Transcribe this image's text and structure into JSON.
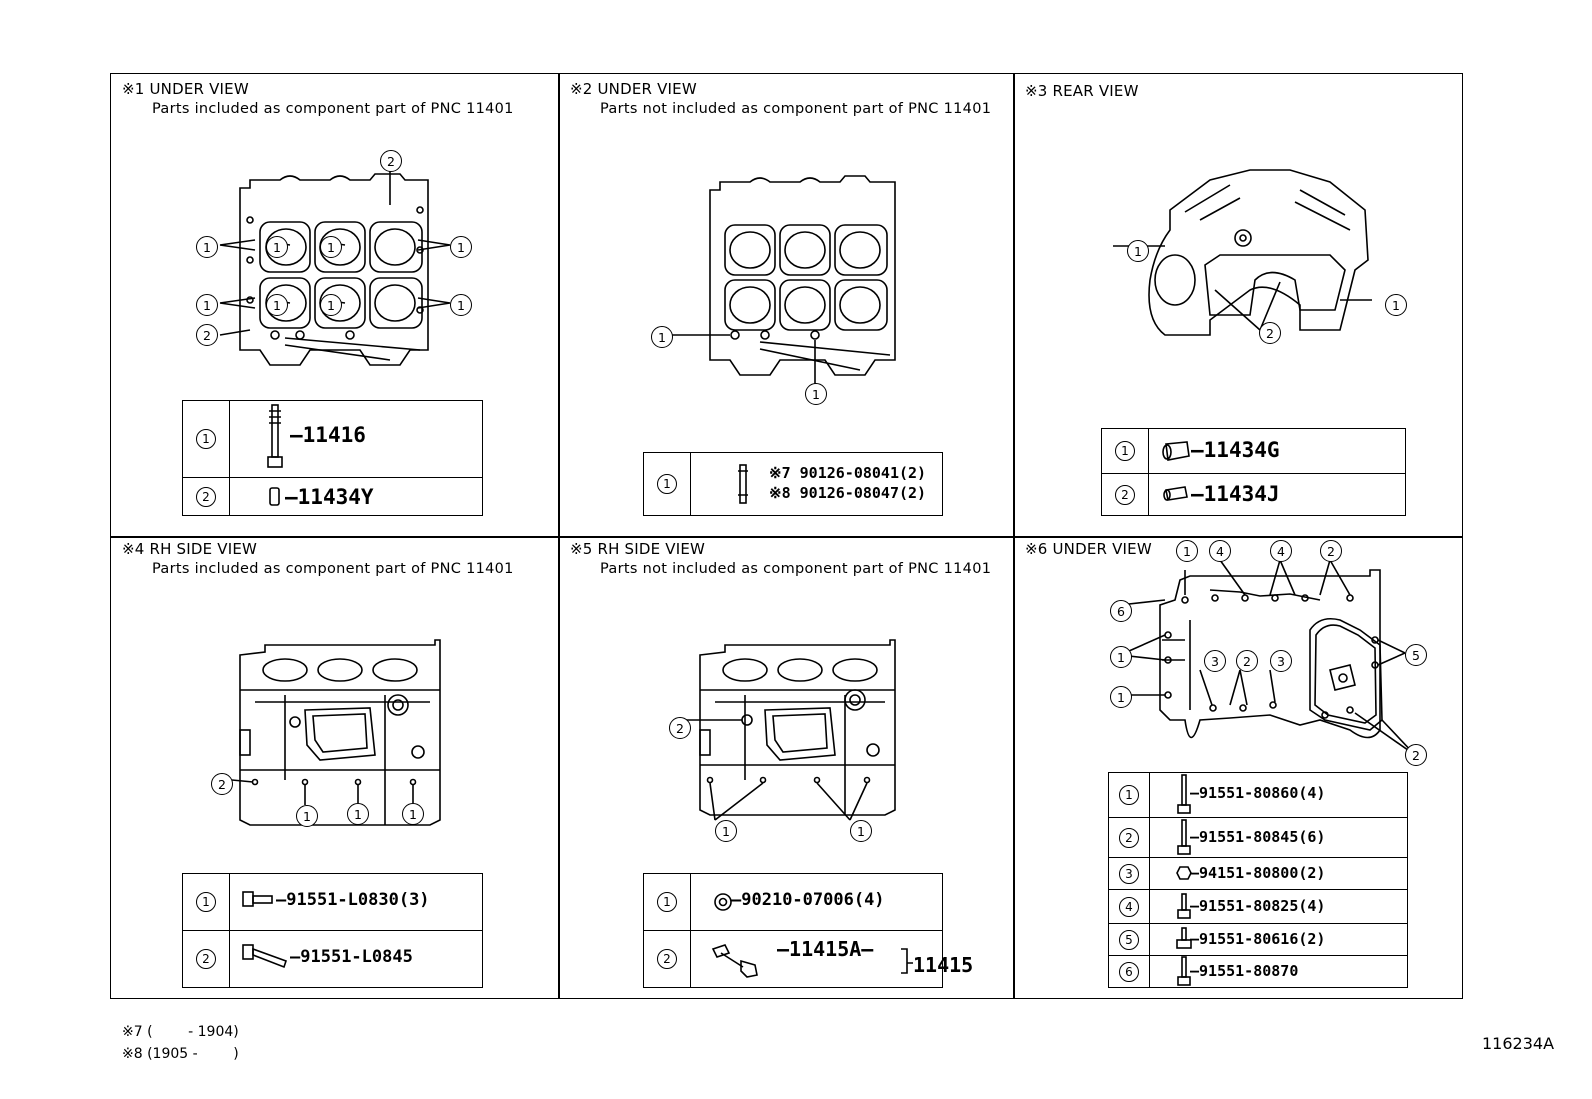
{
  "panels": [
    {
      "title": "※1 UNDER VIEW",
      "subtitle": "Parts included as component part of PNC 11401",
      "parts": [
        {
          "n": "1",
          "pn": "11416"
        },
        {
          "n": "2",
          "pn": "11434Y"
        }
      ]
    },
    {
      "title": "※2 UNDER VIEW",
      "subtitle": "Parts not included as component part of PNC 11401",
      "parts": [
        {
          "n": "1",
          "pn_a": "※7 90126-08041(2)",
          "pn_b": "※8 90126-08047(2)"
        }
      ]
    },
    {
      "title": "※3 REAR VIEW",
      "subtitle": "",
      "parts": [
        {
          "n": "1",
          "pn": "11434G"
        },
        {
          "n": "2",
          "pn": "11434J"
        }
      ]
    },
    {
      "title": "※4 RH SIDE VIEW",
      "subtitle": "Parts included as component part of PNC 11401",
      "parts": [
        {
          "n": "1",
          "pn": "91551-L0830(3)"
        },
        {
          "n": "2",
          "pn": "91551-L0845"
        }
      ]
    },
    {
      "title": "※5 RH SIDE VIEW",
      "subtitle": "Parts not included as component part of PNC 11401",
      "parts": [
        {
          "n": "1",
          "pn": "90210-07006(4)"
        },
        {
          "n": "2",
          "pn": "11415A",
          "pn_group": "11415"
        }
      ]
    },
    {
      "title": "※6 UNDER VIEW",
      "subtitle": "",
      "parts": [
        {
          "n": "1",
          "pn": "91551-80860(4)"
        },
        {
          "n": "2",
          "pn": "91551-80845(6)"
        },
        {
          "n": "3",
          "pn": "94151-80800(2)"
        },
        {
          "n": "4",
          "pn": "91551-80825(4)"
        },
        {
          "n": "5",
          "pn": "91551-80616(2)"
        },
        {
          "n": "6",
          "pn": "91551-80870"
        }
      ]
    }
  ],
  "footnotes": [
    "※7 (        - 1904)",
    "※8 (1905 -        )"
  ],
  "diagram_id": "116234A"
}
